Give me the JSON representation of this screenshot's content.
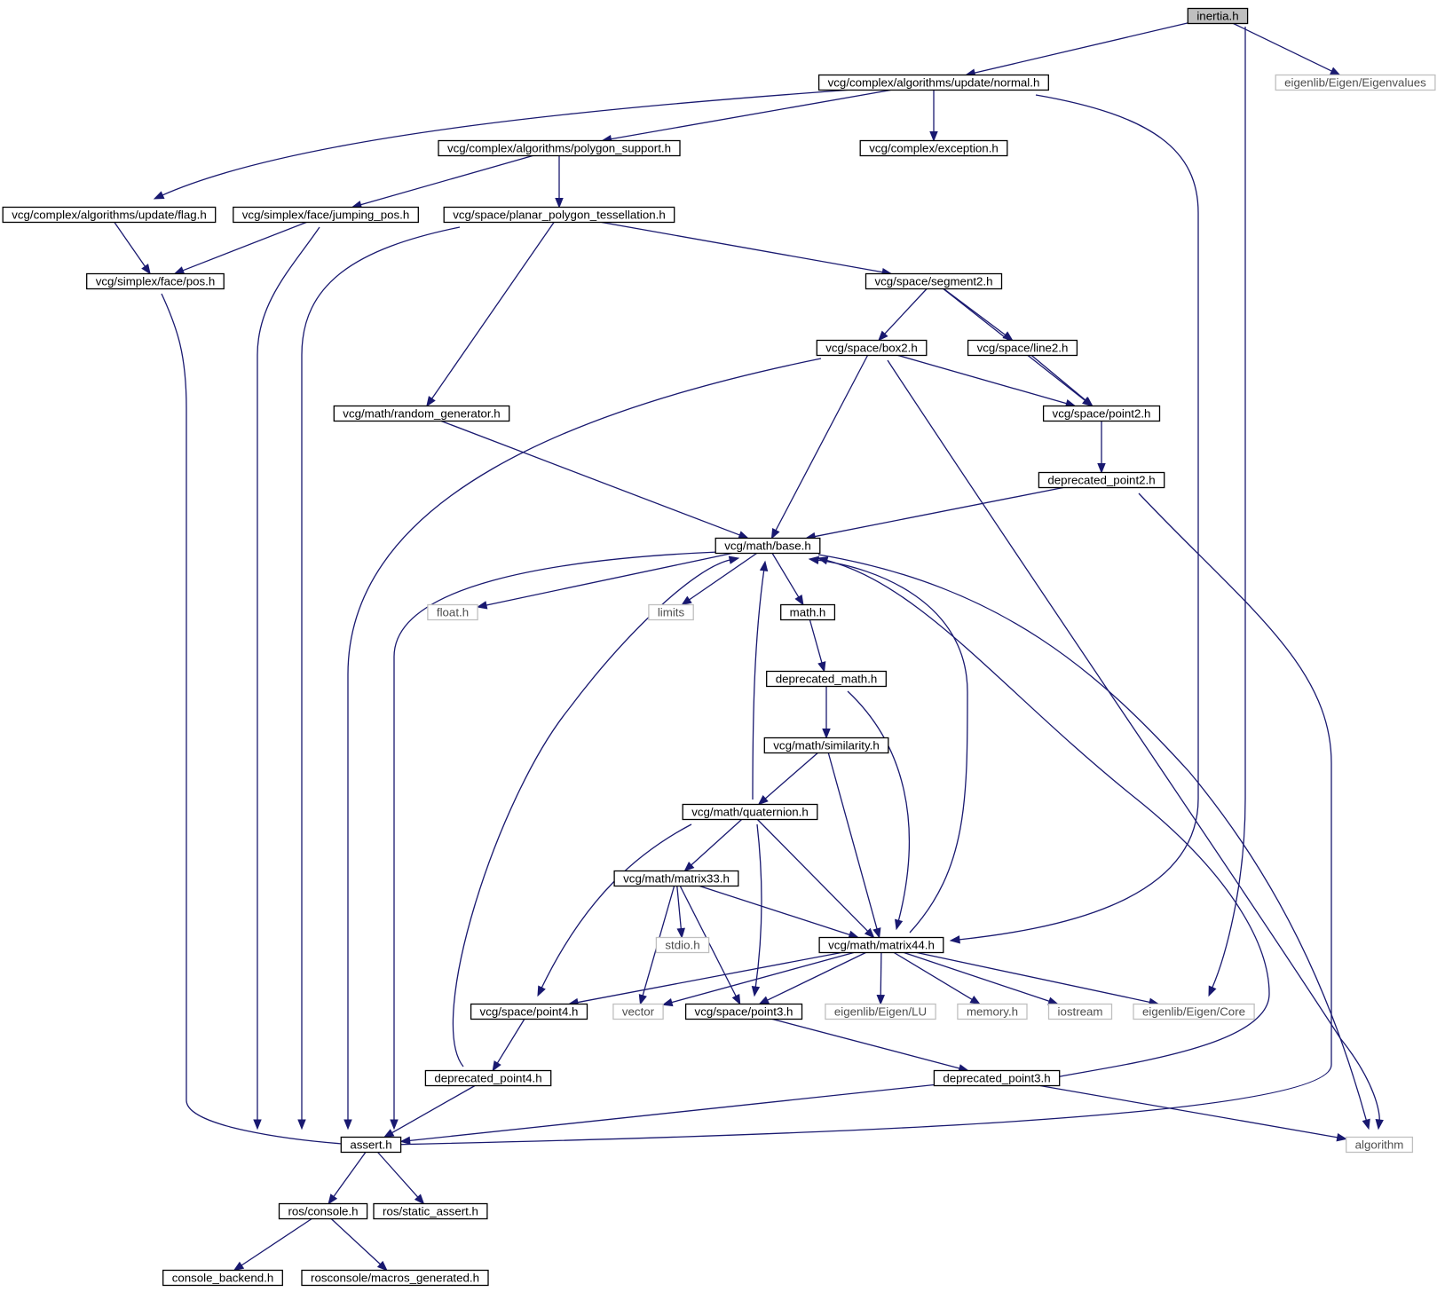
{
  "diagram": {
    "edge_color": "#191970",
    "root_fill": "#bfbfbf",
    "external_border": "#bfbfbf",
    "nodes": [
      {
        "id": "inertia",
        "label": "inertia.h",
        "kind": "root"
      },
      {
        "id": "normal",
        "label": "vcg/complex/algorithms/update/normal.h"
      },
      {
        "id": "eigenvalues",
        "label": "eigenlib/Eigen/Eigenvalues",
        "kind": "external"
      },
      {
        "id": "polygon_support",
        "label": "vcg/complex/algorithms/polygon_support.h"
      },
      {
        "id": "exception",
        "label": "vcg/complex/exception.h"
      },
      {
        "id": "flag",
        "label": "vcg/complex/algorithms/update/flag.h"
      },
      {
        "id": "jumping_pos",
        "label": "vcg/simplex/face/jumping_pos.h"
      },
      {
        "id": "tessellation",
        "label": "vcg/space/planar_polygon_tessellation.h"
      },
      {
        "id": "pos",
        "label": "vcg/simplex/face/pos.h"
      },
      {
        "id": "segment2",
        "label": "vcg/space/segment2.h"
      },
      {
        "id": "box2",
        "label": "vcg/space/box2.h"
      },
      {
        "id": "line2",
        "label": "vcg/space/line2.h"
      },
      {
        "id": "random_generator",
        "label": "vcg/math/random_generator.h"
      },
      {
        "id": "point2",
        "label": "vcg/space/point2.h"
      },
      {
        "id": "deprecated_point2",
        "label": "deprecated_point2.h"
      },
      {
        "id": "base",
        "label": "vcg/math/base.h"
      },
      {
        "id": "float",
        "label": "float.h",
        "kind": "external"
      },
      {
        "id": "limits",
        "label": "limits",
        "kind": "external"
      },
      {
        "id": "math",
        "label": "math.h"
      },
      {
        "id": "deprecated_math",
        "label": "deprecated_math.h"
      },
      {
        "id": "similarity",
        "label": "vcg/math/similarity.h"
      },
      {
        "id": "quaternion",
        "label": "vcg/math/quaternion.h"
      },
      {
        "id": "matrix33",
        "label": "vcg/math/matrix33.h"
      },
      {
        "id": "stdio",
        "label": "stdio.h",
        "kind": "external"
      },
      {
        "id": "matrix44",
        "label": "vcg/math/matrix44.h"
      },
      {
        "id": "point4",
        "label": "vcg/space/point4.h"
      },
      {
        "id": "vector",
        "label": "vector",
        "kind": "external"
      },
      {
        "id": "point3",
        "label": "vcg/space/point3.h"
      },
      {
        "id": "lu",
        "label": "eigenlib/Eigen/LU",
        "kind": "external"
      },
      {
        "id": "memory",
        "label": "memory.h",
        "kind": "external"
      },
      {
        "id": "iostream",
        "label": "iostream",
        "kind": "external"
      },
      {
        "id": "core",
        "label": "eigenlib/Eigen/Core",
        "kind": "external"
      },
      {
        "id": "deprecated_point4",
        "label": "deprecated_point4.h"
      },
      {
        "id": "deprecated_point3",
        "label": "deprecated_point3.h"
      },
      {
        "id": "assert",
        "label": "assert.h"
      },
      {
        "id": "algorithm",
        "label": "algorithm",
        "kind": "external"
      },
      {
        "id": "ros_console",
        "label": "ros/console.h"
      },
      {
        "id": "static_assert",
        "label": "ros/static_assert.h"
      },
      {
        "id": "console_backend",
        "label": "console_backend.h"
      },
      {
        "id": "macros_generated",
        "label": "rosconsole/macros_generated.h"
      }
    ],
    "edges": [
      {
        "from": "inertia",
        "to": "normal"
      },
      {
        "from": "inertia",
        "to": "eigenvalues"
      },
      {
        "from": "inertia",
        "to": "core"
      },
      {
        "from": "normal",
        "to": "polygon_support"
      },
      {
        "from": "normal",
        "to": "exception"
      },
      {
        "from": "normal",
        "to": "flag"
      },
      {
        "from": "normal",
        "to": "matrix44"
      },
      {
        "from": "polygon_support",
        "to": "jumping_pos"
      },
      {
        "from": "polygon_support",
        "to": "tessellation"
      },
      {
        "from": "flag",
        "to": "pos"
      },
      {
        "from": "jumping_pos",
        "to": "pos"
      },
      {
        "from": "jumping_pos",
        "to": "assert"
      },
      {
        "from": "tessellation",
        "to": "segment2"
      },
      {
        "from": "tessellation",
        "to": "random_generator"
      },
      {
        "from": "tessellation",
        "to": "assert"
      },
      {
        "from": "pos",
        "to": "assert"
      },
      {
        "from": "segment2",
        "to": "box2"
      },
      {
        "from": "segment2",
        "to": "line2"
      },
      {
        "from": "segment2",
        "to": "point2"
      },
      {
        "from": "box2",
        "to": "point2"
      },
      {
        "from": "box2",
        "to": "base"
      },
      {
        "from": "box2",
        "to": "assert"
      },
      {
        "from": "box2",
        "to": "algorithm"
      },
      {
        "from": "line2",
        "to": "point2"
      },
      {
        "from": "random_generator",
        "to": "base"
      },
      {
        "from": "point2",
        "to": "deprecated_point2"
      },
      {
        "from": "deprecated_point2",
        "to": "base"
      },
      {
        "from": "deprecated_point2",
        "to": "assert"
      },
      {
        "from": "base",
        "to": "float"
      },
      {
        "from": "base",
        "to": "limits"
      },
      {
        "from": "base",
        "to": "math"
      },
      {
        "from": "base",
        "to": "assert"
      },
      {
        "from": "base",
        "to": "algorithm"
      },
      {
        "from": "math",
        "to": "deprecated_math"
      },
      {
        "from": "deprecated_math",
        "to": "similarity"
      },
      {
        "from": "deprecated_math",
        "to": "matrix44"
      },
      {
        "from": "similarity",
        "to": "quaternion"
      },
      {
        "from": "similarity",
        "to": "matrix44"
      },
      {
        "from": "quaternion",
        "to": "base"
      },
      {
        "from": "quaternion",
        "to": "matrix33"
      },
      {
        "from": "quaternion",
        "to": "matrix44"
      },
      {
        "from": "quaternion",
        "to": "point4"
      },
      {
        "from": "quaternion",
        "to": "point3"
      },
      {
        "from": "matrix33",
        "to": "stdio"
      },
      {
        "from": "matrix33",
        "to": "matrix44"
      },
      {
        "from": "matrix33",
        "to": "vector"
      },
      {
        "from": "matrix33",
        "to": "point3"
      },
      {
        "from": "matrix44",
        "to": "base"
      },
      {
        "from": "matrix44",
        "to": "point4"
      },
      {
        "from": "matrix44",
        "to": "vector"
      },
      {
        "from": "matrix44",
        "to": "point3"
      },
      {
        "from": "matrix44",
        "to": "lu"
      },
      {
        "from": "matrix44",
        "to": "memory"
      },
      {
        "from": "matrix44",
        "to": "iostream"
      },
      {
        "from": "matrix44",
        "to": "core"
      },
      {
        "from": "point4",
        "to": "deprecated_point4"
      },
      {
        "from": "point3",
        "to": "deprecated_point3"
      },
      {
        "from": "deprecated_point4",
        "to": "base"
      },
      {
        "from": "deprecated_point4",
        "to": "assert"
      },
      {
        "from": "deprecated_point3",
        "to": "base"
      },
      {
        "from": "deprecated_point3",
        "to": "assert"
      },
      {
        "from": "deprecated_point3",
        "to": "algorithm"
      },
      {
        "from": "assert",
        "to": "ros_console"
      },
      {
        "from": "assert",
        "to": "static_assert"
      },
      {
        "from": "ros_console",
        "to": "console_backend"
      },
      {
        "from": "ros_console",
        "to": "macros_generated"
      }
    ]
  }
}
